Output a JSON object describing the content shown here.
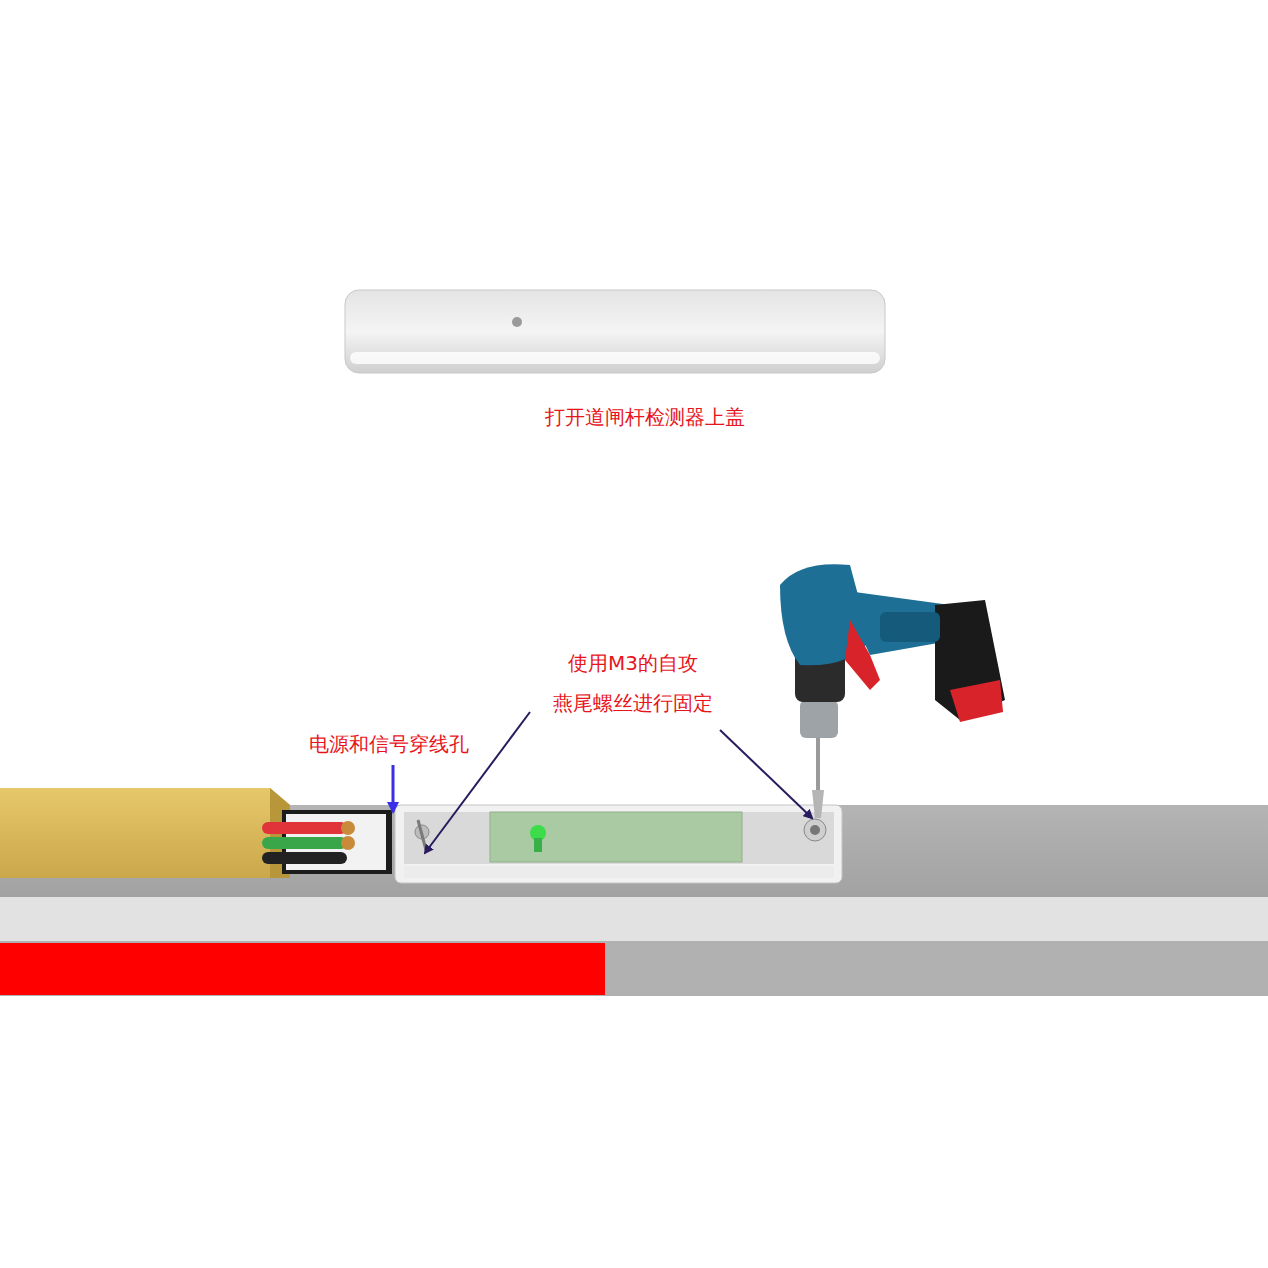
{
  "diagram": {
    "labels": [
      "打开道闸杆检测器上盖",
      "使用M3的自攻 燕尾螺丝进行固定",
      "电源和信号穿线孔"
    ]
  }
}
